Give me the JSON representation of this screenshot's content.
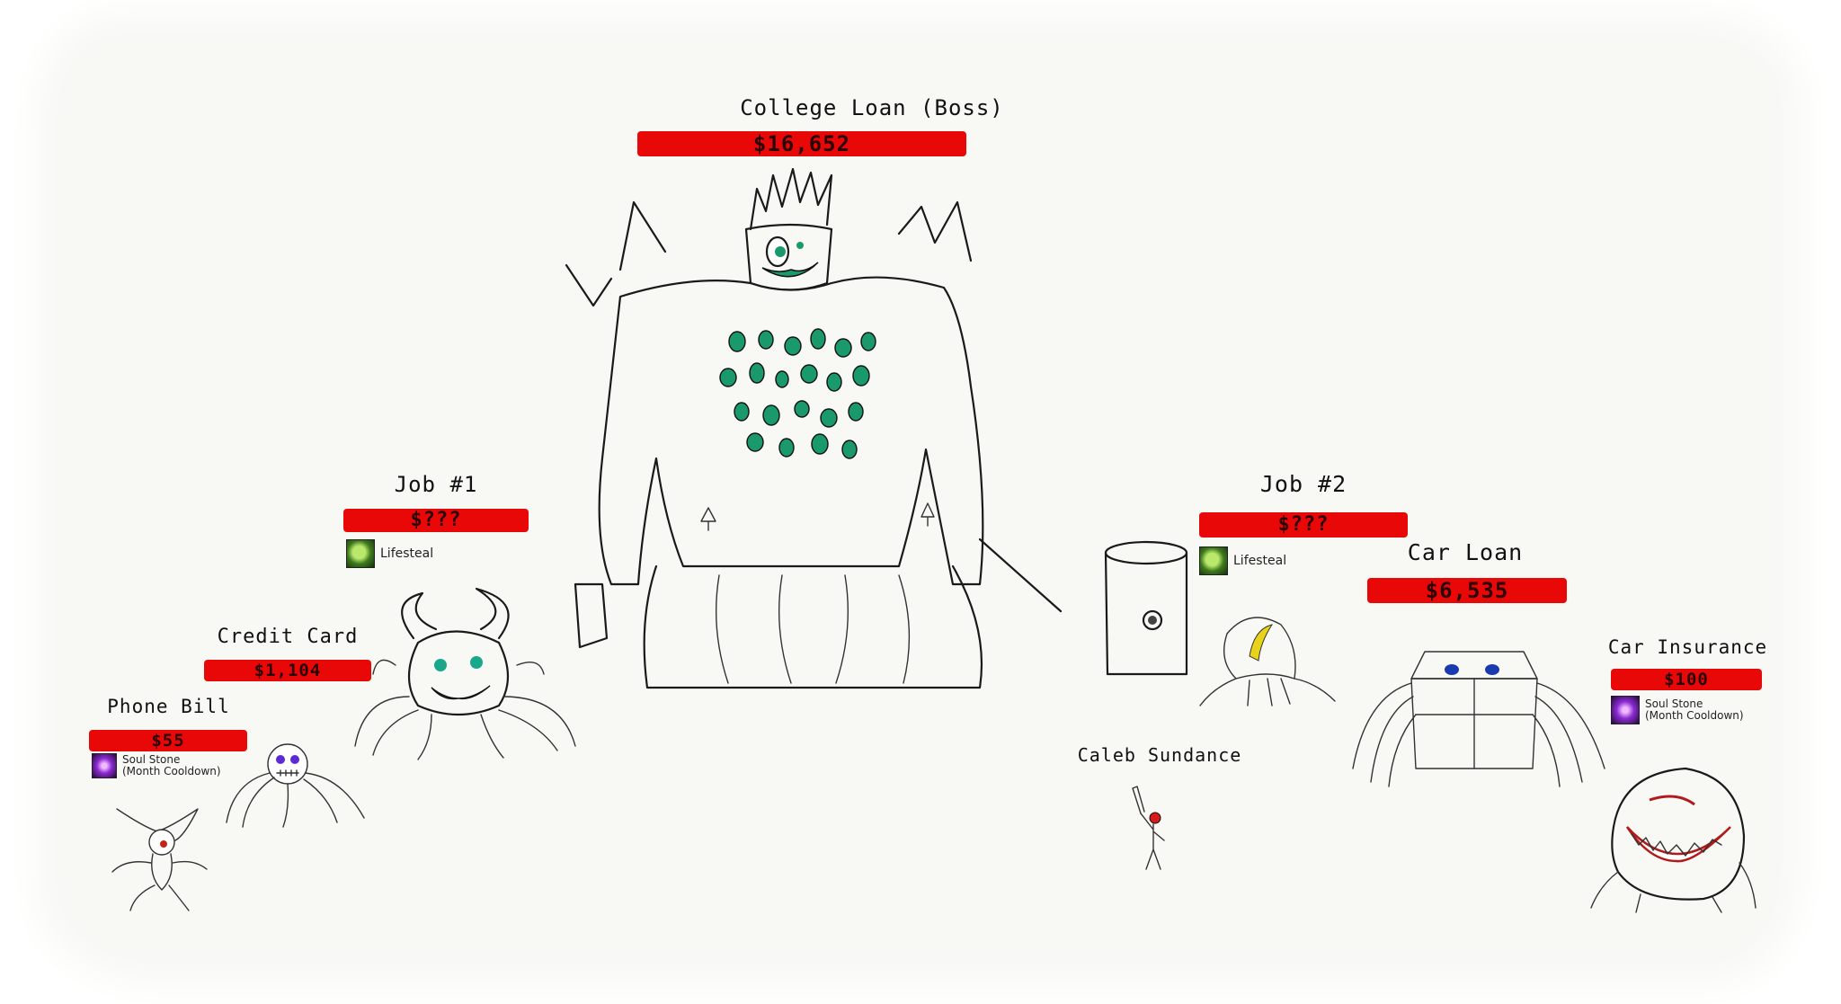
{
  "units": {
    "college_loan": {
      "name": "College Loan (Boss)",
      "value": "$16,652"
    },
    "job1": {
      "name": "Job #1",
      "value": "$???",
      "ability": "Lifesteal",
      "ability_icon": "lifesteal-icon"
    },
    "job2": {
      "name": "Job #2",
      "value": "$???",
      "ability": "Lifesteal",
      "ability_icon": "lifesteal-icon"
    },
    "credit_card": {
      "name": "Credit Card",
      "value": "$1,104"
    },
    "phone_bill": {
      "name": "Phone Bill",
      "value": "$55",
      "ability_line1": "Soul Stone",
      "ability_line2": "(Month Cooldown)",
      "ability_icon": "soul-stone-icon"
    },
    "car_loan": {
      "name": "Car Loan",
      "value": "$6,535"
    },
    "car_insurance": {
      "name": "Car Insurance",
      "value": "$100",
      "ability_line1": "Soul Stone",
      "ability_line2": "(Month Cooldown)",
      "ability_icon": "soul-stone-icon"
    },
    "player": {
      "name": "Caleb Sundance"
    }
  },
  "colors": {
    "health_bar": "#e80808",
    "accent_green": "#1a9a6a",
    "background": "#f8f8f5"
  }
}
